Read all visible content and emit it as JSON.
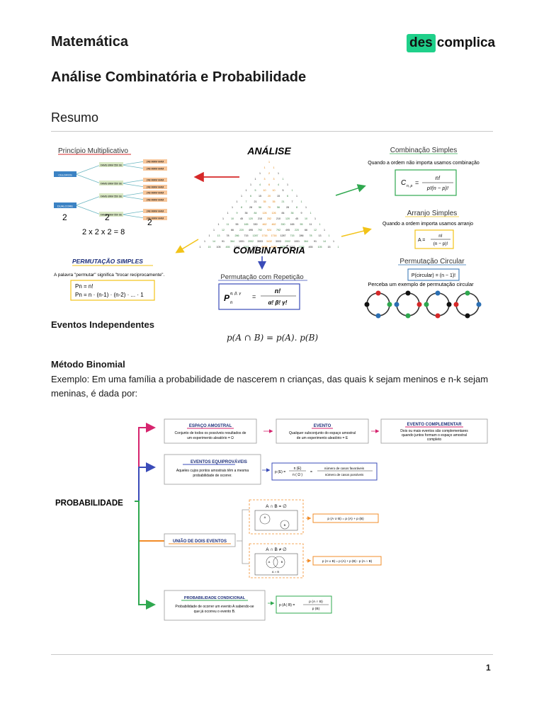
{
  "header": {
    "subject": "Matemática",
    "logo_des": "des",
    "logo_rest": "complica"
  },
  "page_title": "Análise Combinatória e Probabilidade",
  "section_title": "Resumo",
  "fig1": {
    "principio_title": "Princípio Multiplicativo",
    "tree_left1": "CELDROS",
    "tree_left2": "DUALCORE",
    "tree_mid": "XAMS BNM 550 SE",
    "tree_leaf": "248 MMM MAM",
    "count_a": "2",
    "count_b": "2",
    "count_c": "2",
    "product": "2 x 2 x 2 = 8",
    "analise": "ANÁLISE",
    "combinatoria": "COMBINATÓRIA",
    "comb_simples_title": "Combinação Simples",
    "comb_simples_desc": "Quando a ordem não importa usamos combinação",
    "comb_C": "C",
    "comb_sub": "n, p",
    "comb_eq": "=",
    "comb_num": "n!",
    "comb_den": "p!(n − p)!",
    "arranjo_title": "Arranjo Simples",
    "arranjo_desc": "Quando a ordem importa usamos arranjo",
    "arranjo_A": "A =",
    "arranjo_num": "n!",
    "arranjo_den": "(n − p)!",
    "perm_simples_title": "PERMUTAÇÃO SIMPLES",
    "perm_simples_desc": "A palavra \"permutar\" significa \"trocar reciprocamente\".",
    "perm_line1": "Pn = n!",
    "perm_line2": "Pn = n · (n-1) · (n-2) · ... · 1",
    "perm_rep_title": "Permutação com Repetição",
    "perm_rep_P": "P",
    "perm_rep_sup": "α, β, γ",
    "perm_rep_sub": "n",
    "perm_rep_eq": "=",
    "perm_rep_num": "n!",
    "perm_rep_den": "α! β! γ!",
    "perm_circ_title": "Permutação Circular",
    "perm_circ_formula": "P(circular) = (n − 1)!",
    "perm_circ_desc": "Perceba um exemplo de permutação circular",
    "pascal_rows": [
      [
        "1"
      ],
      [
        "1",
        "1"
      ],
      [
        "1",
        "2",
        "1"
      ],
      [
        "1",
        "3",
        "3",
        "1"
      ],
      [
        "1",
        "4",
        "6",
        "4",
        "1"
      ],
      [
        "1",
        "5",
        "10",
        "10",
        "5",
        "1"
      ],
      [
        "1",
        "6",
        "15",
        "20",
        "15",
        "6",
        "1"
      ],
      [
        "1",
        "7",
        "21",
        "35",
        "35",
        "21",
        "7",
        "1"
      ],
      [
        "1",
        "8",
        "28",
        "56",
        "70",
        "56",
        "28",
        "8",
        "1"
      ],
      [
        "1",
        "9",
        "36",
        "84",
        "126",
        "126",
        "84",
        "36",
        "9",
        "1"
      ],
      [
        "1",
        "10",
        "45",
        "120",
        "210",
        "252",
        "210",
        "120",
        "45",
        "10",
        "1"
      ],
      [
        "1",
        "11",
        "55",
        "165",
        "330",
        "462",
        "462",
        "330",
        "165",
        "55",
        "11",
        "1"
      ],
      [
        "1",
        "12",
        "66",
        "220",
        "495",
        "792",
        "924",
        "792",
        "495",
        "220",
        "66",
        "12",
        "1"
      ],
      [
        "1",
        "13",
        "78",
        "286",
        "715",
        "1287",
        "1716",
        "1716",
        "1287",
        "715",
        "286",
        "78",
        "13",
        "1"
      ],
      [
        "1",
        "14",
        "91",
        "364",
        "1001",
        "2002",
        "3003",
        "3432",
        "3003",
        "2002",
        "1001",
        "364",
        "91",
        "14",
        "1"
      ],
      [
        "1",
        "15",
        "105",
        "455",
        "1365",
        "3003",
        "5005",
        "6435",
        "6435",
        "5005",
        "3003",
        "1365",
        "455",
        "105",
        "15",
        "1"
      ]
    ]
  },
  "eventos_title": "Eventos Independentes",
  "eventos_formula": "p(A ∩ B) = p(A). p(B)",
  "binomial_title": "Método Binomial",
  "binomial_text": "Exemplo: Em uma família a probabilidade de nascerem n crianças, das quais k sejam meninos e n-k sejam meninas, é dada por:",
  "fig2": {
    "root": "PROBABILIDADE",
    "espaco_title": "ESPAÇO AMOSTRAL",
    "espaco_desc1": "Conjunto de todos os possíveis resultados de",
    "espaco_desc2": "um experimento aleatório = Ω",
    "evento_title": "EVENTO",
    "evento_desc1": "Qualquer subconjunto do espaço amostral",
    "evento_desc2": "de um experimento aleatório = E",
    "comp_title": "EVENTO COMPLEMENTAR",
    "comp_desc1": "Dois ou mais eventos são complementares",
    "comp_desc2": "quando juntos formam o espaço amostral",
    "comp_desc3": "completo",
    "equi_title": "EVENTOS EQUIPROVÁVEIS",
    "equi_desc1": "Aqueles cujos pontos amostrais têm a mesma",
    "equi_desc2": "probabilidade de ocorrer.",
    "equi_formula_lhs": "p (E) =",
    "equi_n_e": "n (E)",
    "equi_n_o": "n ( Ω )",
    "equi_eq": "=",
    "equi_fav": "número de casos favoráveis",
    "equi_pos": "número de casos possíveis",
    "uniao_title": "UNIÃO DE DOIS EVENTOS",
    "disj_label": "A ∩ B = ∅",
    "disj_formula": "p (A ∪ B) = p (A) + p (B)",
    "inter_label": "A ∩ B ≠ ∅",
    "inter_formula": "p (A ∪ B) = p (A) + p (B) - p (A ∩ B)",
    "inter_sub": "A ∩ B",
    "cond_title": "PROBABILIDADE CONDICIONAL",
    "cond_desc1": "Probabilidade de ocorrer um evento A sabendo-se",
    "cond_desc2": "que já ocorreu o evento B.",
    "cond_lhs": "p (A | B) =",
    "cond_num": "p (A ∩ B)",
    "cond_den": "p (B)",
    "set_a": "A",
    "set_b": "B"
  },
  "page_number": "1",
  "colors": {
    "brand_green": "#1fd08a",
    "pink": "#d6246e",
    "blue": "#3a4bb8",
    "orange": "#f28c28",
    "green": "#2fa84f",
    "red_arrow": "#d62828"
  }
}
